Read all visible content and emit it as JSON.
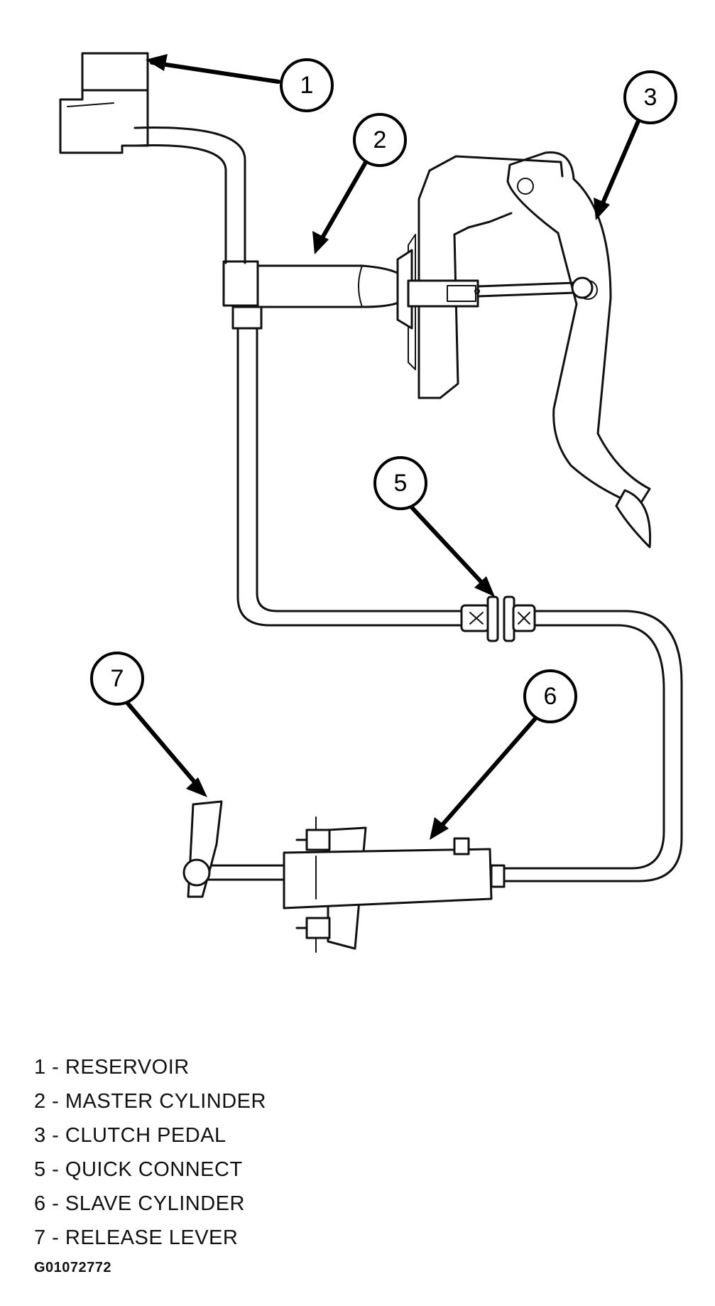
{
  "callouts": [
    {
      "number": "1"
    },
    {
      "number": "2"
    },
    {
      "number": "3"
    },
    {
      "number": "5"
    },
    {
      "number": "6"
    },
    {
      "number": "7"
    }
  ],
  "legend": [
    "1 - RESERVOIR",
    "2 - MASTER CYLINDER",
    "3 - CLUTCH PEDAL",
    "5 - QUICK CONNECT",
    "6 - SLAVE CYLINDER",
    "7 - RELEASE LEVER"
  ],
  "figure_code": "G01072772"
}
